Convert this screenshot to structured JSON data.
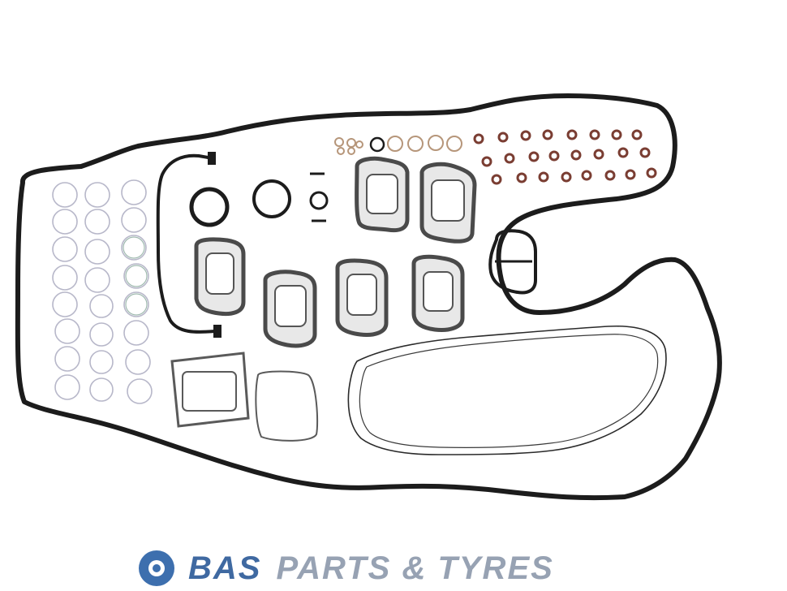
{
  "image": {
    "subject": "engine-gasket-set"
  },
  "watermark": {
    "brand": "BAS",
    "rest": "PARTS & TYRES",
    "brand_color": "#2f5d9a",
    "rest_color": "#8f9bad",
    "icon": "gear-logo-icon"
  },
  "colors": {
    "gasket_black": "#1c1c1c",
    "metal_grey": "#6e6e6e",
    "oring_clear": "#b7b7c9",
    "seal_brown": "#7a3d32"
  }
}
